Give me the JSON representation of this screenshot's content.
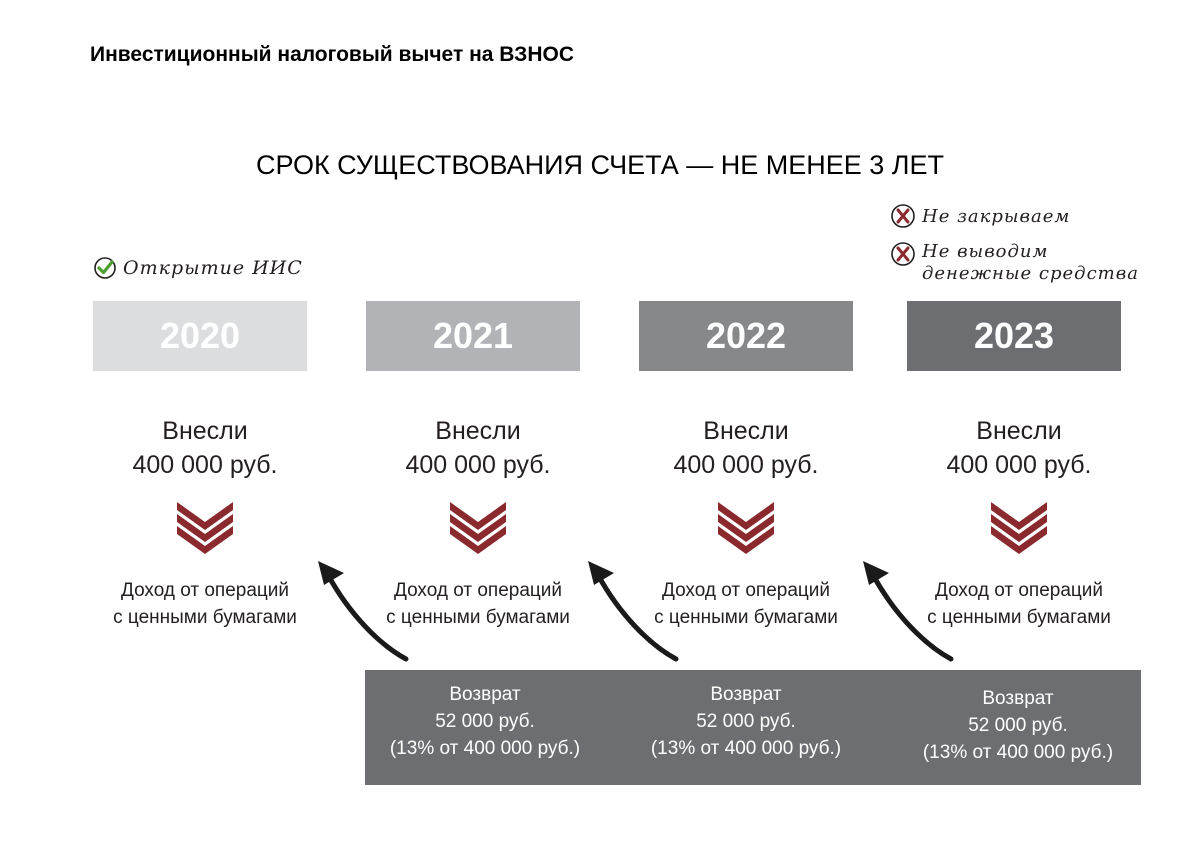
{
  "title": "Инвестиционный налоговый вычет на ВЗНОС",
  "subtitle": "СРОК СУЩЕСТВОВАНИЯ СЧЕТА — НЕ МЕНЕЕ 3 ЛЕТ",
  "notes": {
    "open": "Открытие ИИС",
    "not_close": "Не закрываем",
    "not_withdraw_line1": "Не выводим",
    "not_withdraw_line2": "денежные средства"
  },
  "years": [
    {
      "label": "2020",
      "color": "#dcddde"
    },
    {
      "label": "2021",
      "color": "#b1b3b6"
    },
    {
      "label": "2022",
      "color": "#87888a"
    },
    {
      "label": "2023",
      "color": "#6d6e71"
    }
  ],
  "deposit": {
    "line1": "Внесли",
    "line2": "400 000 руб."
  },
  "income": {
    "line1": "Доход от операций",
    "line2": "с ценными бумагами"
  },
  "refund": {
    "line1": "Возврат",
    "line2": "52 000 руб.",
    "line3": "(13% от 400 000 руб.)"
  },
  "colors": {
    "chevron": "#8b2a2e",
    "check": "#4aa12e",
    "cross": "#8b2a2e",
    "refund_bar": "#6d6e71",
    "arrow": "#1a1a1a"
  }
}
